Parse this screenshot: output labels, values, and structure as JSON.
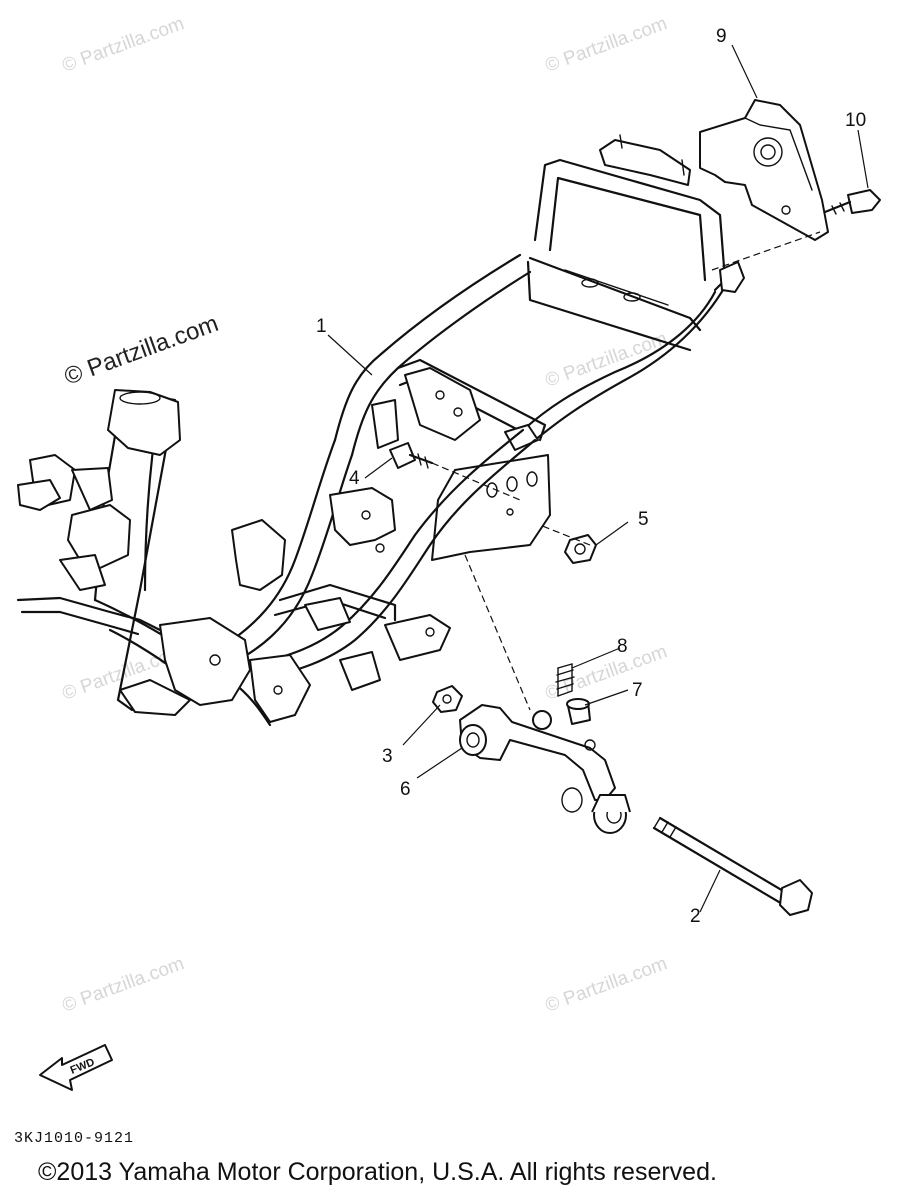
{
  "diagram": {
    "watermark_text": "© Partzilla.com",
    "callouts": [
      {
        "id": "1",
        "label": "1",
        "part": "frame"
      },
      {
        "id": "2",
        "label": "2",
        "part": "pivot-bolt"
      },
      {
        "id": "3",
        "label": "3",
        "part": "nut"
      },
      {
        "id": "4",
        "label": "4",
        "part": "bolt"
      },
      {
        "id": "5",
        "label": "5",
        "part": "nut"
      },
      {
        "id": "6",
        "label": "6",
        "part": "bushing"
      },
      {
        "id": "7",
        "label": "7",
        "part": "collar"
      },
      {
        "id": "8",
        "label": "8",
        "part": "spring"
      },
      {
        "id": "9",
        "label": "9",
        "part": "bracket"
      },
      {
        "id": "10",
        "label": "10",
        "part": "bolt"
      }
    ],
    "fwd_label": "FWD",
    "diagram_code": "3KJ1010-9121",
    "copyright": "©2013 Yamaha Motor Corporation, U.S.A. All rights reserved."
  }
}
